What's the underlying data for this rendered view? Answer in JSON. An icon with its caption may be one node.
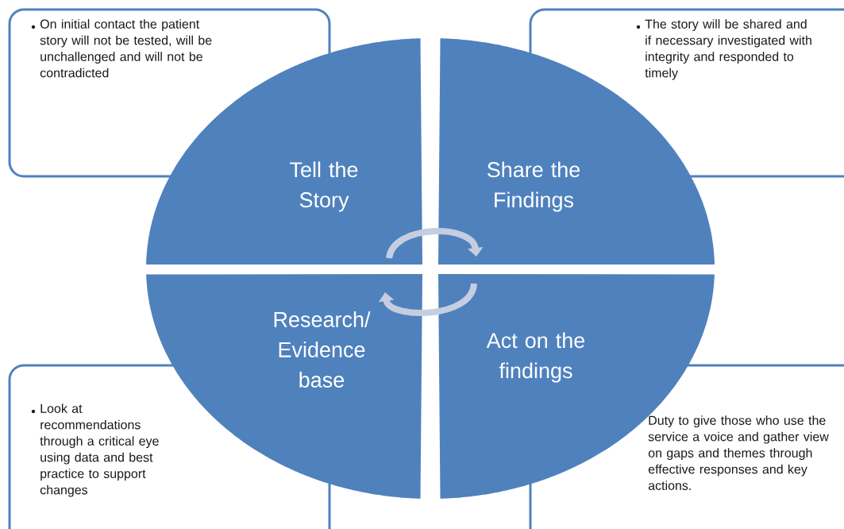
{
  "diagram": {
    "nodes": [
      {
        "text": [
          "On initial contact the patient story will not be tested, will be unchallenged and will not be contradicted"
        ]
      },
      {
        "text": [
          "The story will be shared and if necessary investigated with integrity and responded to timely"
        ]
      },
      {
        "text": [
          "Tell the Story"
        ]
      },
      {
        "text": [
          "Share the Findings"
        ]
      },
      {
        "text": [
          "Research/ Evidence base"
        ]
      },
      {
        "text": [
          "Act on the findings"
        ]
      },
      {
        "text": [
          "Look at recommendations through a critical eye using  data and best practice to support changes"
        ]
      },
      {
        "text": [
          "Duty to give those who use the service a voice and gather view on gaps and themes through effective responses and key actions."
        ]
      }
    ],
    "edges": [
      {
        "from": 2,
        "to": 3,
        "arrow": "to"
      },
      {
        "from": 5,
        "to": 4,
        "arrow": "to"
      }
    ]
  }
}
